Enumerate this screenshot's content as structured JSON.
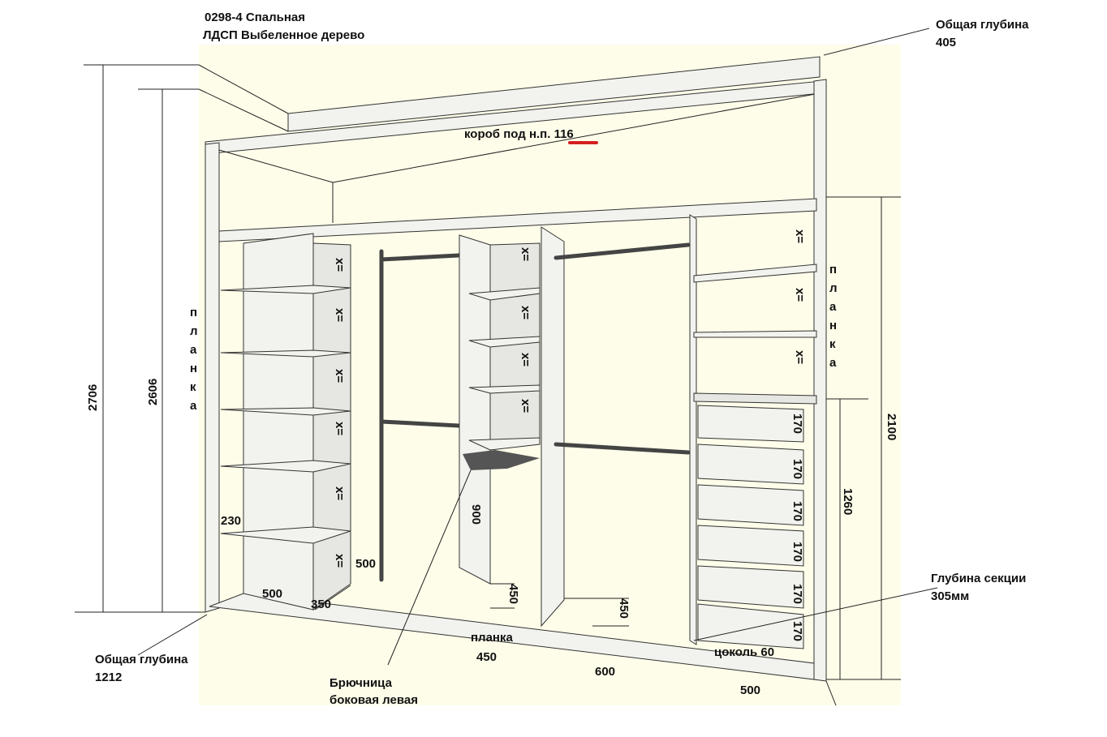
{
  "title": {
    "line1": "0298-4 Спальная",
    "line2": "ЛДСП Выбеленное дерево"
  },
  "annotations": {
    "top_depth_label": "Общая глубина",
    "top_depth_value": "405",
    "box_label": "короб под н.п. 116",
    "height_total": "2706",
    "height_inner": "2606",
    "strip_left": [
      "п",
      "л",
      "а",
      "н",
      "к",
      "а"
    ],
    "strip_right": [
      "п",
      "л",
      "а",
      "н",
      "к",
      "а"
    ],
    "height_right": "2100",
    "height_drawers": "1260",
    "x_marks": [
      "х=",
      "х=",
      "х=",
      "х=",
      "х=",
      "х=",
      "х=",
      "х=",
      "х=",
      "х=",
      "х=",
      "х=",
      "х="
    ],
    "drawer_heights": [
      "170",
      "170",
      "170",
      "170",
      "170",
      "170"
    ],
    "dim_230": "230",
    "dim_500_left": "500",
    "dim_350": "350",
    "dim_500_mid": "500",
    "dim_900": "900",
    "dim_450_a": "450",
    "dim_450_b": "450",
    "bottom_strip_label": "планка",
    "bottom_strip_value": "450",
    "dim_600": "600",
    "dim_500_right": "500",
    "plinth": "цоколь 60",
    "section_depth_label": "Глубина секции",
    "section_depth_value": "305мм",
    "bottom_depth_label": "Общая глубина",
    "bottom_depth_value": "1212",
    "trouser_rack_line1": "Брючница",
    "trouser_rack_line2": "боковая левая"
  },
  "colors": {
    "background": "#fefde9",
    "accent_underline": "#d42020"
  }
}
